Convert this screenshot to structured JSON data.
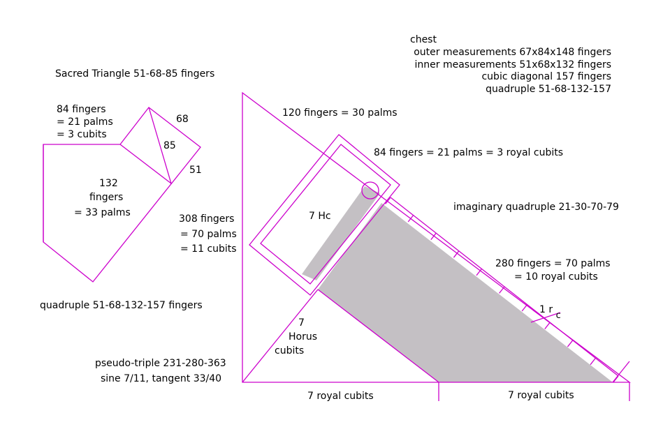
{
  "colors": {
    "line": "#cc00cc",
    "fill": "#c4c0c4",
    "text": "#000000",
    "background": "#ffffff"
  },
  "chest": {
    "title": "chest",
    "outer": "outer measurements 67x84x148 fingers",
    "inner": "inner measurements 51x68x132 fingers",
    "diagonal": "cubic diagonal  157 fingers",
    "quadruple": "quadruple  51-68-132-157"
  },
  "left_figure": {
    "title": "Sacred Triangle 51-68-85 fingers",
    "top_label": [
      "84 fingers",
      "= 21 palms",
      "= 3 cubits"
    ],
    "side_68": "68",
    "hyp_85": "85",
    "side_51": "51",
    "inner_label": [
      "132",
      "fingers",
      "= 33 palms"
    ],
    "caption": "quadruple 51-68-132-157 fingers"
  },
  "main_figure": {
    "top_edge": "120 fingers = 30 palms",
    "chest_top": "84 fingers = 21 palms = 3 royal cubits",
    "left_side": [
      "308 fingers",
      "= 70 palms",
      "= 11 cubits"
    ],
    "imaginary": "imaginary quadruple 21-30-70-79",
    "bar_label": "7 Hc",
    "slope": [
      "280 fingers  = 70 palms",
      "= 10 royal cubits"
    ],
    "rc_main": "1 r",
    "rc_sub": "c",
    "horus": [
      "7",
      "Horus",
      "cubits"
    ],
    "pseudo": [
      "pseudo-triple 231-280-363",
      "sine 7/11, tangent 33/40"
    ],
    "base_left": "7 royal cubits",
    "base_right": "7 royal cubits"
  }
}
